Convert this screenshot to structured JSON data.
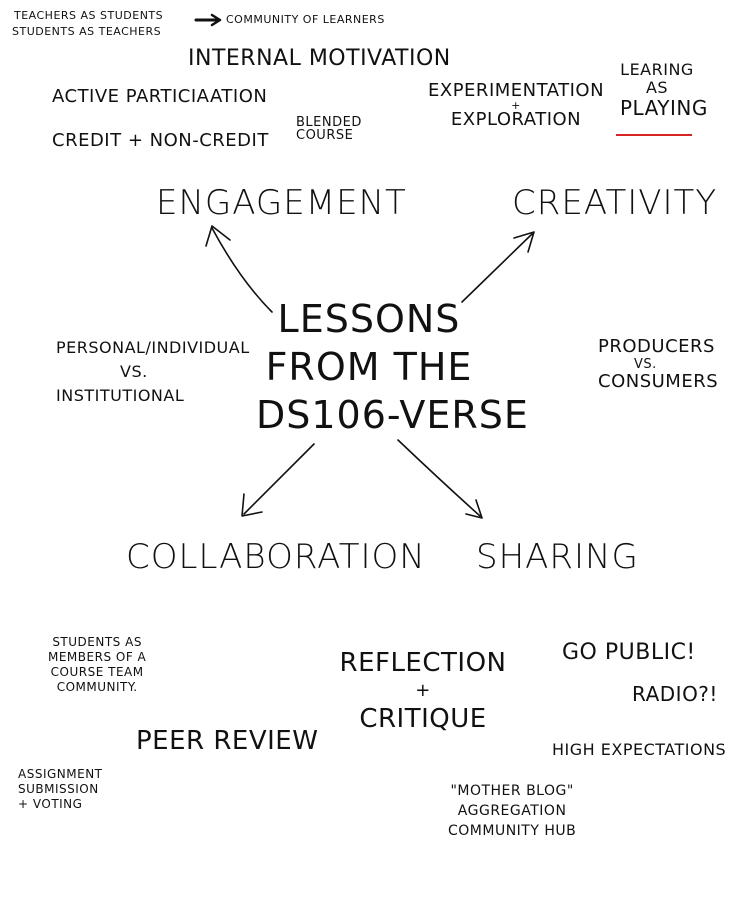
{
  "colors": {
    "ink": "#111111",
    "accent_underline": "#d42424"
  },
  "center": {
    "lines": [
      "Lessons",
      "From the",
      "DS106-verse"
    ]
  },
  "branches": {
    "engagement": "Engagement",
    "creativity": "Creativity",
    "collaboration": "Collaboration",
    "sharing": "Sharing"
  },
  "notes": {
    "teachers_as_students": "Teachers as students",
    "students_as_teachers": "Students as teachers",
    "community_of_learners": "Community of learners",
    "internal_motivation": "Internal Motivation",
    "active_participation": "Active Particiaation",
    "credit": "Credit + Non-credit",
    "blended": [
      "Blended",
      "course"
    ],
    "experimentation": [
      "Experimentation",
      "+",
      "Exploration"
    ],
    "learning_playing": [
      "Learing",
      "as",
      "Playing"
    ],
    "personal": [
      "Personal/Individual",
      "vs.",
      "Institutional"
    ],
    "producers": [
      "Producers",
      "vs.",
      "Consumers"
    ],
    "students_members": [
      "Students as",
      "members of a",
      "course team",
      "community."
    ],
    "reflection": [
      "Reflection",
      "+",
      "Critique"
    ],
    "go_public": "Go Public!",
    "radio": "Radio?!",
    "peer_review": "Peer Review",
    "high_expectations": "High Expectations",
    "assignment": [
      "Assignment",
      "Submission",
      "+ Voting"
    ],
    "mother_blog": [
      "\"Mother Blog\"",
      "Aggregation",
      "Community hub"
    ]
  }
}
